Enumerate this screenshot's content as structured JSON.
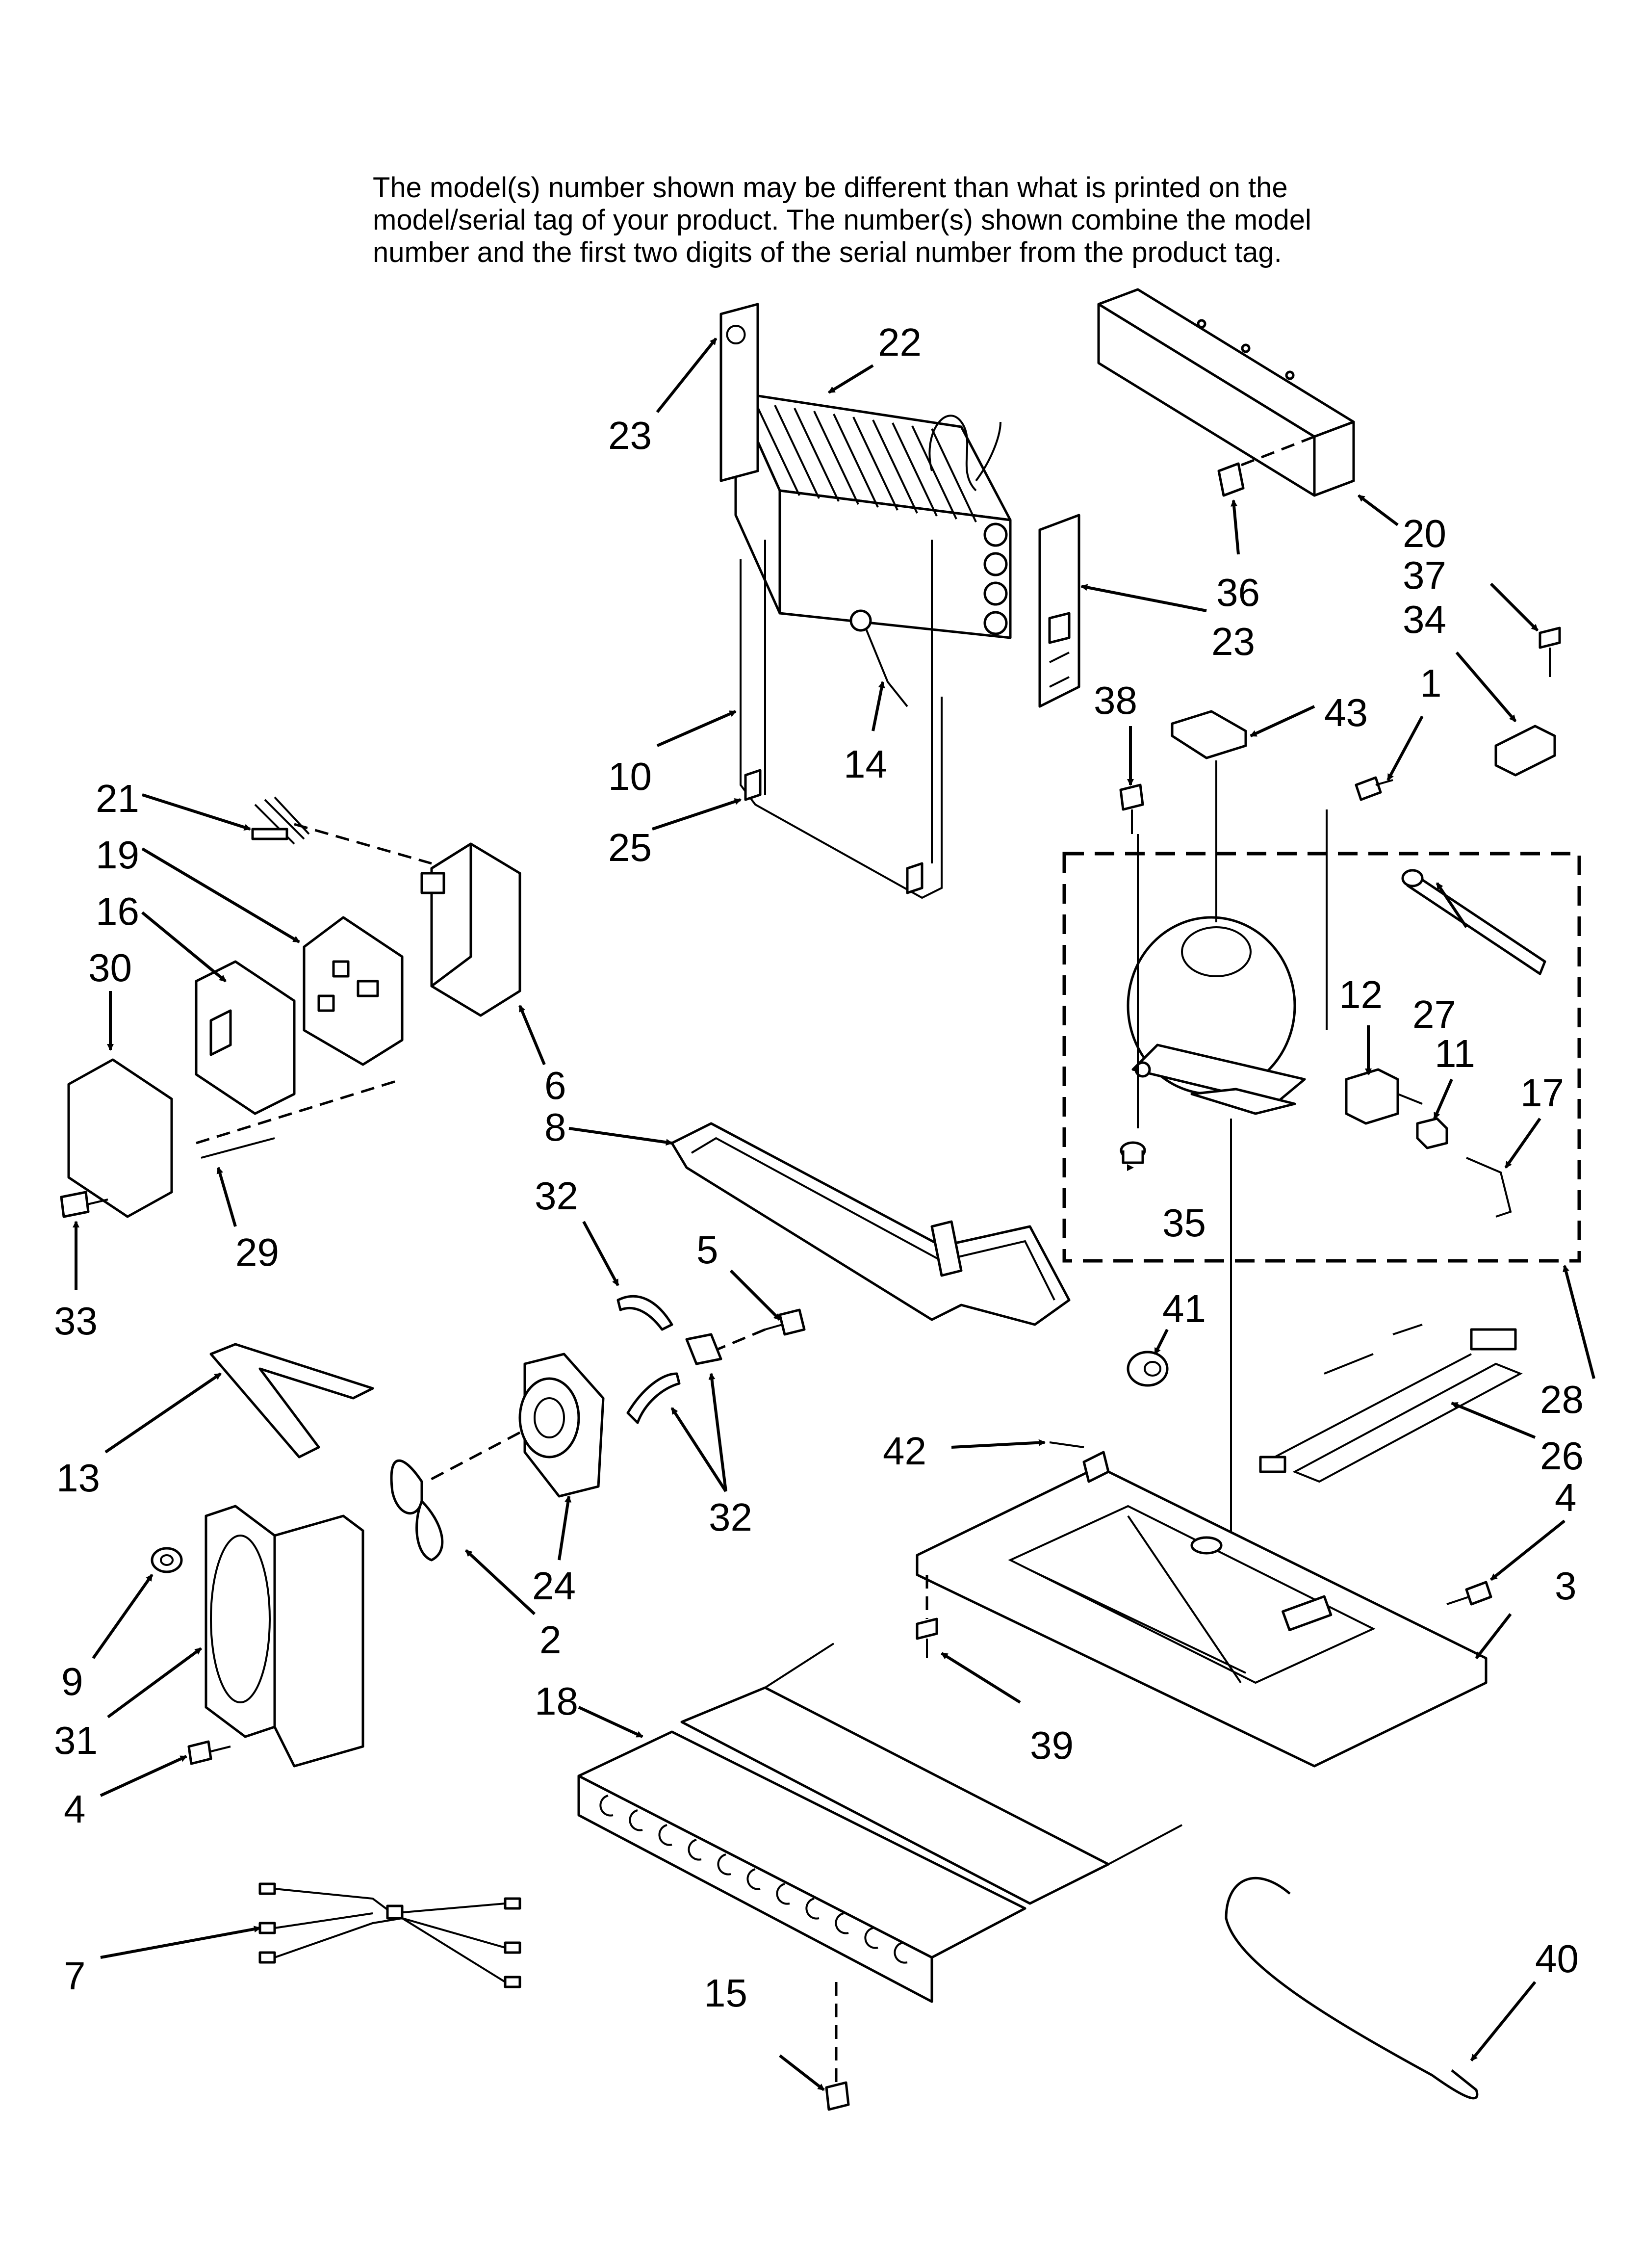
{
  "note": {
    "line1": "The model(s) number shown may be different than what is printed on the",
    "line2": "model/serial tag of your product. The number(s) shown combine the model",
    "line3": "number and the first two digits of the serial number from the product tag."
  },
  "callouts": [
    {
      "id": "c22",
      "text": "22"
    },
    {
      "id": "c23a",
      "text": "23"
    },
    {
      "id": "c23b",
      "text": "23"
    },
    {
      "id": "c20",
      "text": "20"
    },
    {
      "id": "c36",
      "text": "36"
    },
    {
      "id": "c37",
      "text": "37"
    },
    {
      "id": "c34",
      "text": "34"
    },
    {
      "id": "c38",
      "text": "38"
    },
    {
      "id": "c43",
      "text": "43"
    },
    {
      "id": "c1",
      "text": "1"
    },
    {
      "id": "c10",
      "text": "10"
    },
    {
      "id": "c14",
      "text": "14"
    },
    {
      "id": "c25",
      "text": "25"
    },
    {
      "id": "c21",
      "text": "21"
    },
    {
      "id": "c19",
      "text": "19"
    },
    {
      "id": "c16",
      "text": "16"
    },
    {
      "id": "c30",
      "text": "30"
    },
    {
      "id": "c6",
      "text": "6"
    },
    {
      "id": "c8",
      "text": "8"
    },
    {
      "id": "c27",
      "text": "27"
    },
    {
      "id": "c12",
      "text": "12"
    },
    {
      "id": "c11",
      "text": "11"
    },
    {
      "id": "c17",
      "text": "17"
    },
    {
      "id": "c35",
      "text": "35"
    },
    {
      "id": "c32a",
      "text": "32"
    },
    {
      "id": "c29",
      "text": "29"
    },
    {
      "id": "c33",
      "text": "33"
    },
    {
      "id": "c5",
      "text": "5"
    },
    {
      "id": "c41",
      "text": "41"
    },
    {
      "id": "c28",
      "text": "28"
    },
    {
      "id": "c26",
      "text": "26"
    },
    {
      "id": "c13",
      "text": "13"
    },
    {
      "id": "c42",
      "text": "42"
    },
    {
      "id": "c32b",
      "text": "32"
    },
    {
      "id": "c24",
      "text": "24"
    },
    {
      "id": "c4a",
      "text": "4"
    },
    {
      "id": "c3",
      "text": "3"
    },
    {
      "id": "c9",
      "text": "9"
    },
    {
      "id": "c2",
      "text": "2"
    },
    {
      "id": "c31",
      "text": "31"
    },
    {
      "id": "c18",
      "text": "18"
    },
    {
      "id": "c39",
      "text": "39"
    },
    {
      "id": "c4b",
      "text": "4"
    },
    {
      "id": "c7",
      "text": "7"
    },
    {
      "id": "c40",
      "text": "40"
    },
    {
      "id": "c15",
      "text": "15"
    }
  ]
}
